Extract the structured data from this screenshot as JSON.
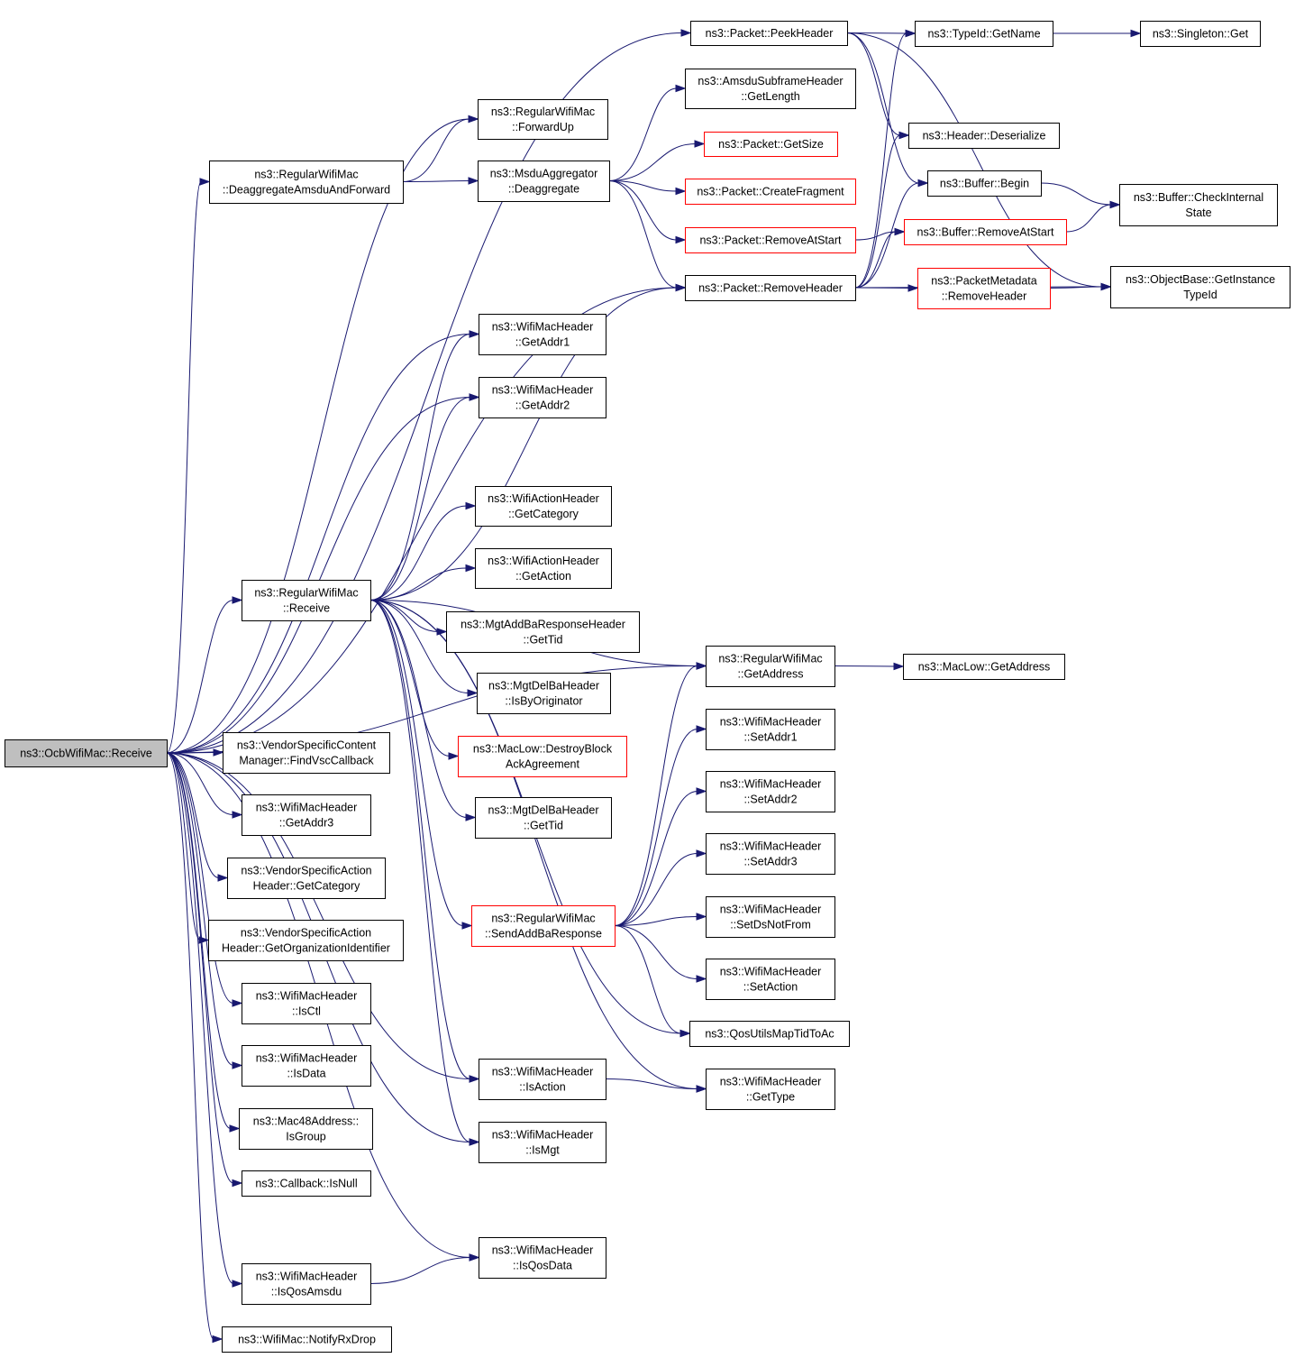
{
  "colors": {
    "edge": "#191970",
    "node_border": "#000000",
    "node_border_truncated": "#ff0000",
    "root_fill": "#bfbfbf"
  },
  "nodes": [
    {
      "id": "root",
      "lines": [
        "ns3::OcbWifiMac::Receive"
      ],
      "root": true
    },
    {
      "id": "peekHeader",
      "lines": [
        "ns3::Packet::PeekHeader"
      ]
    },
    {
      "id": "typeIdGetName",
      "lines": [
        "ns3::TypeId::GetName"
      ]
    },
    {
      "id": "singletonGet",
      "lines": [
        "ns3::Singleton::Get"
      ]
    },
    {
      "id": "forwardUp",
      "lines": [
        "ns3::RegularWifiMac",
        "::ForwardUp"
      ]
    },
    {
      "id": "amsduGetLength",
      "lines": [
        "ns3::AmsduSubframeHeader",
        "::GetLength"
      ]
    },
    {
      "id": "packetGetSize",
      "lines": [
        "ns3::Packet::GetSize"
      ],
      "red": true
    },
    {
      "id": "headerDeserialize",
      "lines": [
        "ns3::Header::Deserialize"
      ]
    },
    {
      "id": "deaggregateAmsdu",
      "lines": [
        "ns3::RegularWifiMac",
        "::DeaggregateAmsduAndForward"
      ]
    },
    {
      "id": "msduDeaggregate",
      "lines": [
        "ns3::MsduAggregator",
        "::Deaggregate"
      ]
    },
    {
      "id": "createFragment",
      "lines": [
        "ns3::Packet::CreateFragment"
      ],
      "red": true
    },
    {
      "id": "bufferBegin",
      "lines": [
        "ns3::Buffer::Begin"
      ]
    },
    {
      "id": "checkInternalState",
      "lines": [
        "ns3::Buffer::CheckInternal",
        "State"
      ]
    },
    {
      "id": "packetRemoveAtStart",
      "lines": [
        "ns3::Packet::RemoveAtStart"
      ],
      "red": true
    },
    {
      "id": "bufferRemoveAtStart",
      "lines": [
        "ns3::Buffer::RemoveAtStart"
      ],
      "red": true
    },
    {
      "id": "packetRemoveHeader",
      "lines": [
        "ns3::Packet::RemoveHeader"
      ]
    },
    {
      "id": "metadataRemoveHeader",
      "lines": [
        "ns3::PacketMetadata",
        "::RemoveHeader"
      ],
      "red": true
    },
    {
      "id": "getInstanceTypeId",
      "lines": [
        "ns3::ObjectBase::GetInstance",
        "TypeId"
      ]
    },
    {
      "id": "getAddr1",
      "lines": [
        "ns3::WifiMacHeader",
        "::GetAddr1"
      ]
    },
    {
      "id": "getAddr2",
      "lines": [
        "ns3::WifiMacHeader",
        "::GetAddr2"
      ]
    },
    {
      "id": "actionGetCategory",
      "lines": [
        "ns3::WifiActionHeader",
        "::GetCategory"
      ]
    },
    {
      "id": "actionGetAction",
      "lines": [
        "ns3::WifiActionHeader",
        "::GetAction"
      ]
    },
    {
      "id": "regularReceive",
      "lines": [
        "ns3::RegularWifiMac",
        "::Receive"
      ]
    },
    {
      "id": "addBaRespGetTid",
      "lines": [
        "ns3::MgtAddBaResponseHeader",
        "::GetTid"
      ]
    },
    {
      "id": "regularGetAddress",
      "lines": [
        "ns3::RegularWifiMac",
        "::GetAddress"
      ]
    },
    {
      "id": "macLowGetAddress",
      "lines": [
        "ns3::MacLow::GetAddress"
      ]
    },
    {
      "id": "delBaIsByOriginator",
      "lines": [
        "ns3::MgtDelBaHeader",
        "::IsByOriginator"
      ]
    },
    {
      "id": "setAddr1",
      "lines": [
        "ns3::WifiMacHeader",
        "::SetAddr1"
      ]
    },
    {
      "id": "findVscCallback",
      "lines": [
        "ns3::VendorSpecificContent",
        "Manager::FindVscCallback"
      ]
    },
    {
      "id": "destroyBlockAck",
      "lines": [
        "ns3::MacLow::DestroyBlock",
        "AckAgreement"
      ],
      "red": true
    },
    {
      "id": "setAddr2",
      "lines": [
        "ns3::WifiMacHeader",
        "::SetAddr2"
      ]
    },
    {
      "id": "getAddr3",
      "lines": [
        "ns3::WifiMacHeader",
        "::GetAddr3"
      ]
    },
    {
      "id": "delBaGetTid",
      "lines": [
        "ns3::MgtDelBaHeader",
        "::GetTid"
      ]
    },
    {
      "id": "setAddr3",
      "lines": [
        "ns3::WifiMacHeader",
        "::SetAddr3"
      ]
    },
    {
      "id": "vsaGetCategory",
      "lines": [
        "ns3::VendorSpecificAction",
        "Header::GetCategory"
      ]
    },
    {
      "id": "setDsNotFrom",
      "lines": [
        "ns3::WifiMacHeader",
        "::SetDsNotFrom"
      ]
    },
    {
      "id": "sendAddBaResponse",
      "lines": [
        "ns3::RegularWifiMac",
        "::SendAddBaResponse"
      ],
      "red": true
    },
    {
      "id": "vsaGetOrgId",
      "lines": [
        "ns3::VendorSpecificAction",
        "Header::GetOrganizationIdentifier"
      ]
    },
    {
      "id": "setAction",
      "lines": [
        "ns3::WifiMacHeader",
        "::SetAction"
      ]
    },
    {
      "id": "isCtl",
      "lines": [
        "ns3::WifiMacHeader",
        "::IsCtl"
      ]
    },
    {
      "id": "qosUtilsMapTidToAc",
      "lines": [
        "ns3::QosUtilsMapTidToAc"
      ]
    },
    {
      "id": "isData",
      "lines": [
        "ns3::WifiMacHeader",
        "::IsData"
      ]
    },
    {
      "id": "isAction",
      "lines": [
        "ns3::WifiMacHeader",
        "::IsAction"
      ]
    },
    {
      "id": "getType",
      "lines": [
        "ns3::WifiMacHeader",
        "::GetType"
      ]
    },
    {
      "id": "isGroup",
      "lines": [
        "ns3::Mac48Address::",
        "IsGroup"
      ]
    },
    {
      "id": "isMgt",
      "lines": [
        "ns3::WifiMacHeader",
        "::IsMgt"
      ]
    },
    {
      "id": "callbackIsNull",
      "lines": [
        "ns3::Callback::IsNull"
      ]
    },
    {
      "id": "isQosData",
      "lines": [
        "ns3::WifiMacHeader",
        "::IsQosData"
      ]
    },
    {
      "id": "isQosAmsdu",
      "lines": [
        "ns3::WifiMacHeader",
        "::IsQosAmsdu"
      ]
    },
    {
      "id": "notifyRxDrop",
      "lines": [
        "ns3::WifiMac::NotifyRxDrop"
      ]
    }
  ],
  "edges": [
    [
      "root",
      "peekHeader"
    ],
    [
      "root",
      "forwardUp"
    ],
    [
      "root",
      "deaggregateAmsdu"
    ],
    [
      "root",
      "packetRemoveHeader"
    ],
    [
      "root",
      "regularGetAddress"
    ],
    [
      "root",
      "getAddr1"
    ],
    [
      "root",
      "getAddr2"
    ],
    [
      "root",
      "regularReceive"
    ],
    [
      "root",
      "findVscCallback"
    ],
    [
      "root",
      "getAddr3"
    ],
    [
      "root",
      "vsaGetCategory"
    ],
    [
      "root",
      "vsaGetOrgId"
    ],
    [
      "root",
      "isCtl"
    ],
    [
      "root",
      "isData"
    ],
    [
      "root",
      "isGroup"
    ],
    [
      "root",
      "callbackIsNull"
    ],
    [
      "root",
      "isQosData"
    ],
    [
      "root",
      "isQosAmsdu"
    ],
    [
      "root",
      "notifyRxDrop"
    ],
    [
      "root",
      "isAction"
    ],
    [
      "root",
      "isMgt"
    ],
    [
      "peekHeader",
      "typeIdGetName"
    ],
    [
      "peekHeader",
      "headerDeserialize"
    ],
    [
      "peekHeader",
      "bufferBegin"
    ],
    [
      "peekHeader",
      "getInstanceTypeId"
    ],
    [
      "typeIdGetName",
      "singletonGet"
    ],
    [
      "deaggregateAmsdu",
      "forwardUp"
    ],
    [
      "deaggregateAmsdu",
      "msduDeaggregate"
    ],
    [
      "msduDeaggregate",
      "amsduGetLength"
    ],
    [
      "msduDeaggregate",
      "packetGetSize"
    ],
    [
      "msduDeaggregate",
      "createFragment"
    ],
    [
      "msduDeaggregate",
      "packetRemoveAtStart"
    ],
    [
      "msduDeaggregate",
      "packetRemoveHeader"
    ],
    [
      "bufferBegin",
      "checkInternalState"
    ],
    [
      "bufferRemoveAtStart",
      "checkInternalState"
    ],
    [
      "packetRemoveAtStart",
      "bufferRemoveAtStart"
    ],
    [
      "packetRemoveHeader",
      "typeIdGetName"
    ],
    [
      "packetRemoveHeader",
      "headerDeserialize"
    ],
    [
      "packetRemoveHeader",
      "bufferBegin"
    ],
    [
      "packetRemoveHeader",
      "bufferRemoveAtStart"
    ],
    [
      "packetRemoveHeader",
      "metadataRemoveHeader"
    ],
    [
      "packetRemoveHeader",
      "getInstanceTypeId"
    ],
    [
      "metadataRemoveHeader",
      "getInstanceTypeId"
    ],
    [
      "regularReceive",
      "getAddr1"
    ],
    [
      "regularReceive",
      "getAddr2"
    ],
    [
      "regularReceive",
      "packetRemoveHeader"
    ],
    [
      "regularReceive",
      "actionGetCategory"
    ],
    [
      "regularReceive",
      "actionGetAction"
    ],
    [
      "regularReceive",
      "addBaRespGetTid"
    ],
    [
      "regularReceive",
      "delBaIsByOriginator"
    ],
    [
      "regularReceive",
      "destroyBlockAck"
    ],
    [
      "regularReceive",
      "delBaGetTid"
    ],
    [
      "regularReceive",
      "regularGetAddress"
    ],
    [
      "regularReceive",
      "sendAddBaResponse"
    ],
    [
      "regularReceive",
      "qosUtilsMapTidToAc"
    ],
    [
      "regularReceive",
      "getType"
    ],
    [
      "regularReceive",
      "isAction"
    ],
    [
      "regularReceive",
      "isMgt"
    ],
    [
      "regularGetAddress",
      "macLowGetAddress"
    ],
    [
      "sendAddBaResponse",
      "regularGetAddress"
    ],
    [
      "sendAddBaResponse",
      "setAddr1"
    ],
    [
      "sendAddBaResponse",
      "setAddr2"
    ],
    [
      "sendAddBaResponse",
      "setAddr3"
    ],
    [
      "sendAddBaResponse",
      "setDsNotFrom"
    ],
    [
      "sendAddBaResponse",
      "setAction"
    ],
    [
      "sendAddBaResponse",
      "qosUtilsMapTidToAc"
    ],
    [
      "isAction",
      "getType"
    ],
    [
      "isQosAmsdu",
      "isQosData"
    ]
  ]
}
